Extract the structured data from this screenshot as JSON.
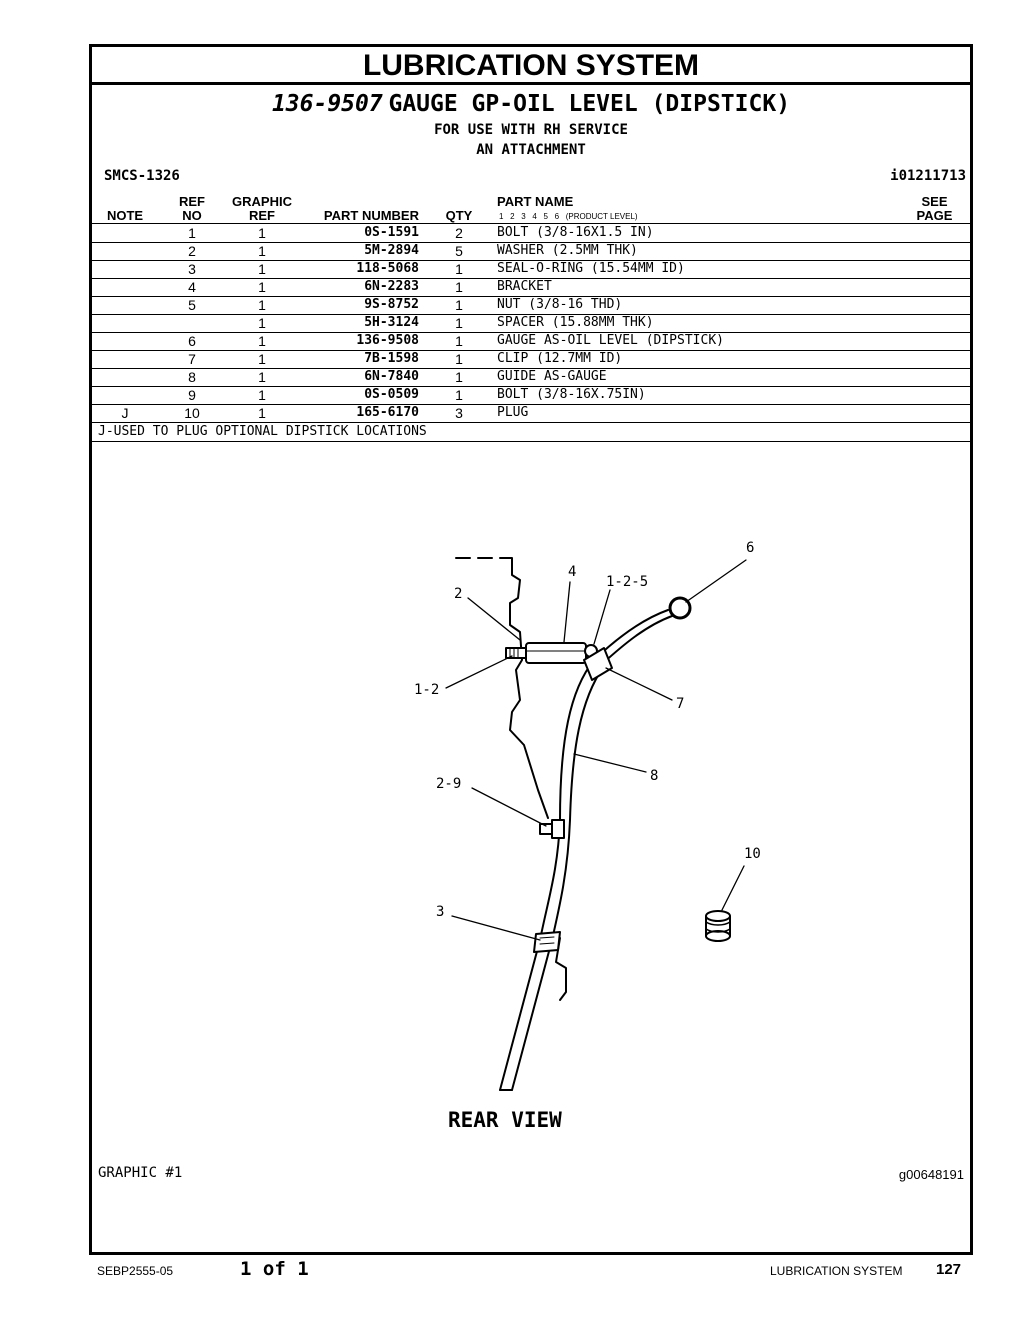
{
  "section_title": "LUBRICATION SYSTEM",
  "group": {
    "number": "136-9507",
    "name": "GAUGE GP-OIL LEVEL (DIPSTICK)",
    "subtitle_1": "FOR USE WITH RH SERVICE",
    "subtitle_2": "AN ATTACHMENT",
    "smcs": "SMCS-1326",
    "doc_id": "i01211713"
  },
  "table": {
    "headers": {
      "note": "NOTE",
      "ref_no_1": "REF",
      "ref_no_2": "NO",
      "graphic_ref_1": "GRAPHIC",
      "graphic_ref_2": "REF",
      "part_number": "PART NUMBER",
      "qty": "QTY",
      "part_name": "PART NAME",
      "product_level": "1   2   3   4   5   6   (PRODUCT LEVEL)",
      "see_page_1": "SEE",
      "see_page_2": "PAGE"
    },
    "rows": [
      {
        "note": "",
        "ref": "1",
        "gref": "1",
        "pn": "0S-1591",
        "qty": "2",
        "name": "BOLT (3/8-16X1.5 IN)"
      },
      {
        "note": "",
        "ref": "2",
        "gref": "1",
        "pn": "5M-2894",
        "qty": "5",
        "name": "WASHER (2.5MM THK)"
      },
      {
        "note": "",
        "ref": "3",
        "gref": "1",
        "pn": "118-5068",
        "qty": "1",
        "name": "SEAL-O-RING (15.54MM ID)"
      },
      {
        "note": "",
        "ref": "4",
        "gref": "1",
        "pn": "6N-2283",
        "qty": "1",
        "name": "BRACKET"
      },
      {
        "note": "",
        "ref": "5",
        "gref": "1",
        "pn": "9S-8752",
        "qty": "1",
        "name": "NUT (3/8-16 THD)"
      },
      {
        "note": "",
        "ref": "",
        "gref": "1",
        "pn": "5H-3124",
        "qty": "1",
        "name": "SPACER (15.88MM THK)"
      },
      {
        "note": "",
        "ref": "6",
        "gref": "1",
        "pn": "136-9508",
        "qty": "1",
        "name": "GAUGE AS-OIL LEVEL (DIPSTICK)"
      },
      {
        "note": "",
        "ref": "7",
        "gref": "1",
        "pn": "7B-1598",
        "qty": "1",
        "name": "CLIP (12.7MM ID)"
      },
      {
        "note": "",
        "ref": "8",
        "gref": "1",
        "pn": "6N-7840",
        "qty": "1",
        "name": "GUIDE AS-GAUGE"
      },
      {
        "note": "",
        "ref": "9",
        "gref": "1",
        "pn": "0S-0509",
        "qty": "1",
        "name": "BOLT (3/8-16X.75IN)"
      },
      {
        "note": "J",
        "ref": "10",
        "gref": "1",
        "pn": "165-6170",
        "qty": "3",
        "name": "PLUG"
      }
    ],
    "footnote": "J-USED TO PLUG OPTIONAL DIPSTICK LOCATIONS"
  },
  "graphic": {
    "callouts": {
      "c1": "6",
      "c2": "4",
      "c3": "1-2-5",
      "c4": "2",
      "c5": "1-2",
      "c6": "7",
      "c7": "8",
      "c8": "2-9",
      "c9": "10",
      "c10": "3"
    },
    "view_label": "REAR VIEW",
    "graphic_label": "GRAPHIC #1",
    "graphic_id": "g00648191"
  },
  "footer": {
    "doc_number": "SEBP2555-05",
    "page_of": "1 of 1",
    "section": "LUBRICATION SYSTEM",
    "page_number": "127"
  }
}
